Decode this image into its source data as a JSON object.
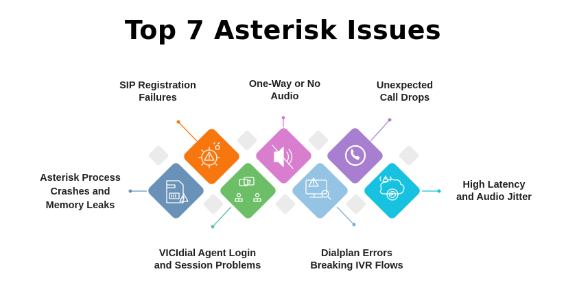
{
  "title": "Top 7 Asterisk Issues",
  "colors": {
    "orange": "#F7760D",
    "steel_blue": "#6A92B8",
    "green": "#6CBF66",
    "pink": "#D97ECF",
    "light_blue": "#95C3E3",
    "purple": "#A87ED1",
    "cyan": "#16C2E0",
    "gray_tile": "#EBEBEB"
  },
  "issues": [
    {
      "id": "sip-registration",
      "line1": "SIP Registration",
      "line2": "Failures",
      "icon": "gear-warning-icon",
      "color": "#F7760D"
    },
    {
      "id": "one-way-audio",
      "line1": "One-Way or No",
      "line2": "Audio",
      "icon": "speaker-muted-icon",
      "color": "#D97ECF"
    },
    {
      "id": "call-drops",
      "line1": "Unexpected",
      "line2": "Call Drops",
      "icon": "phone-circle-icon",
      "color": "#A87ED1"
    },
    {
      "id": "process-crashes",
      "line1": "Asterisk Process",
      "line2": "Crashes and",
      "line3": "Memory Leaks",
      "icon": "memory-card-warning-icon",
      "color": "#6A92B8"
    },
    {
      "id": "latency-jitter",
      "line1": "High Latency",
      "line2": "and Audio Jitter",
      "icon": "cloud-signal-warning-icon",
      "color": "#16C2E0"
    },
    {
      "id": "agent-login",
      "line1": "VICIdial Agent Login",
      "line2": "and Session Problems",
      "icon": "users-question-icon",
      "color": "#6CBF66"
    },
    {
      "id": "dialplan-errors",
      "line1": "Dialplan Errors",
      "line2": "Breaking IVR Flows",
      "icon": "monitor-warning-search-icon",
      "color": "#95C3E3"
    }
  ]
}
